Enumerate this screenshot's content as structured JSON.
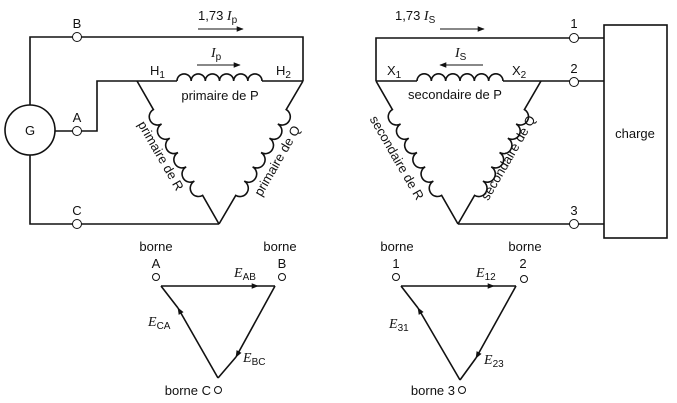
{
  "primary": {
    "generator": "G",
    "terminals": {
      "A": "A",
      "B": "B",
      "C": "C"
    },
    "line_current": {
      "coef": "1,73 ",
      "sym": "I",
      "sub": "p"
    },
    "phase_current": {
      "sym": "I",
      "sub": "p"
    },
    "h1": {
      "main": "H",
      "sub": "1"
    },
    "h2": {
      "main": "H",
      "sub": "2"
    },
    "coil_p": "primaire de P",
    "coil_q": "primaire de Q",
    "coil_r": "primaire de R"
  },
  "secondary": {
    "load": "charge",
    "terminals": {
      "t1": "1",
      "t2": "2",
      "t3": "3"
    },
    "line_current": {
      "coef": "1,73 ",
      "sym": "I",
      "sub": "S"
    },
    "phase_current": {
      "sym": "I",
      "sub": "S"
    },
    "x1": {
      "main": "X",
      "sub": "1"
    },
    "x2": {
      "main": "X",
      "sub": "2"
    },
    "coil_p": "secondaire de P",
    "coil_q": "secondaire de Q",
    "coil_r": "secondaire de R"
  },
  "phasor_primary": {
    "borne_a": "borne",
    "label_a": "A",
    "borne_b": "borne",
    "label_b": "B",
    "borne_c": "borne C",
    "e_ab": {
      "sym": "E",
      "sub": "AB"
    },
    "e_bc": {
      "sym": "E",
      "sub": "BC"
    },
    "e_ca": {
      "sym": "E",
      "sub": "CA"
    }
  },
  "phasor_secondary": {
    "borne_1": "borne",
    "label_1": "1",
    "borne_2": "borne",
    "label_2": "2",
    "borne_3": "borne 3",
    "e_12": {
      "sym": "E",
      "sub": "12"
    },
    "e_23": {
      "sym": "E",
      "sub": "23"
    },
    "e_31": {
      "sym": "E",
      "sub": "31"
    }
  }
}
